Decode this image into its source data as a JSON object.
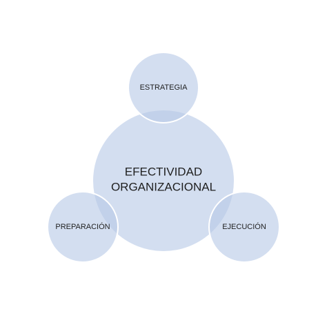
{
  "diagram": {
    "center": {
      "line1": "EFECTIVIDAD",
      "line2": "ORGANIZACIONAL"
    },
    "top": {
      "label": "ESTRATEGIA"
    },
    "left": {
      "label": "PREPARACIÓN"
    },
    "right": {
      "label": "EJECUCIÓN"
    }
  },
  "colors": {
    "circle_fill": "#b8c9e6",
    "circle_stroke": "#ffffff",
    "text": "#1f1f1f"
  }
}
